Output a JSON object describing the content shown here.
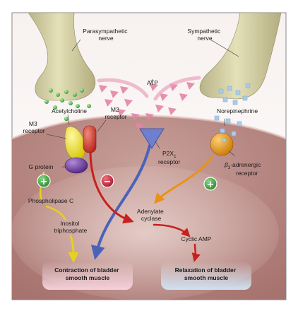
{
  "labels": {
    "parasympathetic_nerve": [
      "Parasympathetic",
      "nerve"
    ],
    "sympathetic_nerve": [
      "Sympathetic",
      "nerve"
    ],
    "atp": "ATP",
    "acetylcholine": "Acetylcholine",
    "m2_receptor": [
      "M2",
      "receptor"
    ],
    "m3_receptor": [
      "M3",
      "receptor"
    ],
    "norepinephrine": "Norepinephrine",
    "p2x_receptor": [
      "P2X",
      "1",
      "receptor"
    ],
    "beta3_receptor": [
      "β",
      "3",
      "-adrenergic",
      "receptor"
    ],
    "g_protein": "G protein",
    "phospholipase_c": "Phospholipase C",
    "inositol_triphosphate": [
      "Inositol",
      "triphosphate"
    ],
    "adenylate_cyclase": [
      "Adenylate",
      "cyclase"
    ],
    "cyclic_amp": "Cyclic AMP",
    "contraction": [
      "Contraction of bladder",
      "smooth muscle"
    ],
    "relaxation": [
      "Relaxation of bladder",
      "smooth muscle"
    ]
  },
  "signs": {
    "plus": "+",
    "minus": "−"
  },
  "colors": {
    "cell_fill": "#b98985",
    "nerve_fill": "#d6d2a4",
    "acetylcholine_dot": "#5fb85f",
    "atp_triangle": "#e882a8",
    "norepinephrine_square": "#9fc7e6",
    "m3_receptor": "#e8e020",
    "m2_receptor": "#d63a30",
    "g_protein": "#6a3a9a",
    "p2x_receptor": "#6a78c8",
    "beta3_receptor": "#e89a1a",
    "plus_sign": "#4aa84a",
    "minus_sign": "#c8283a"
  }
}
